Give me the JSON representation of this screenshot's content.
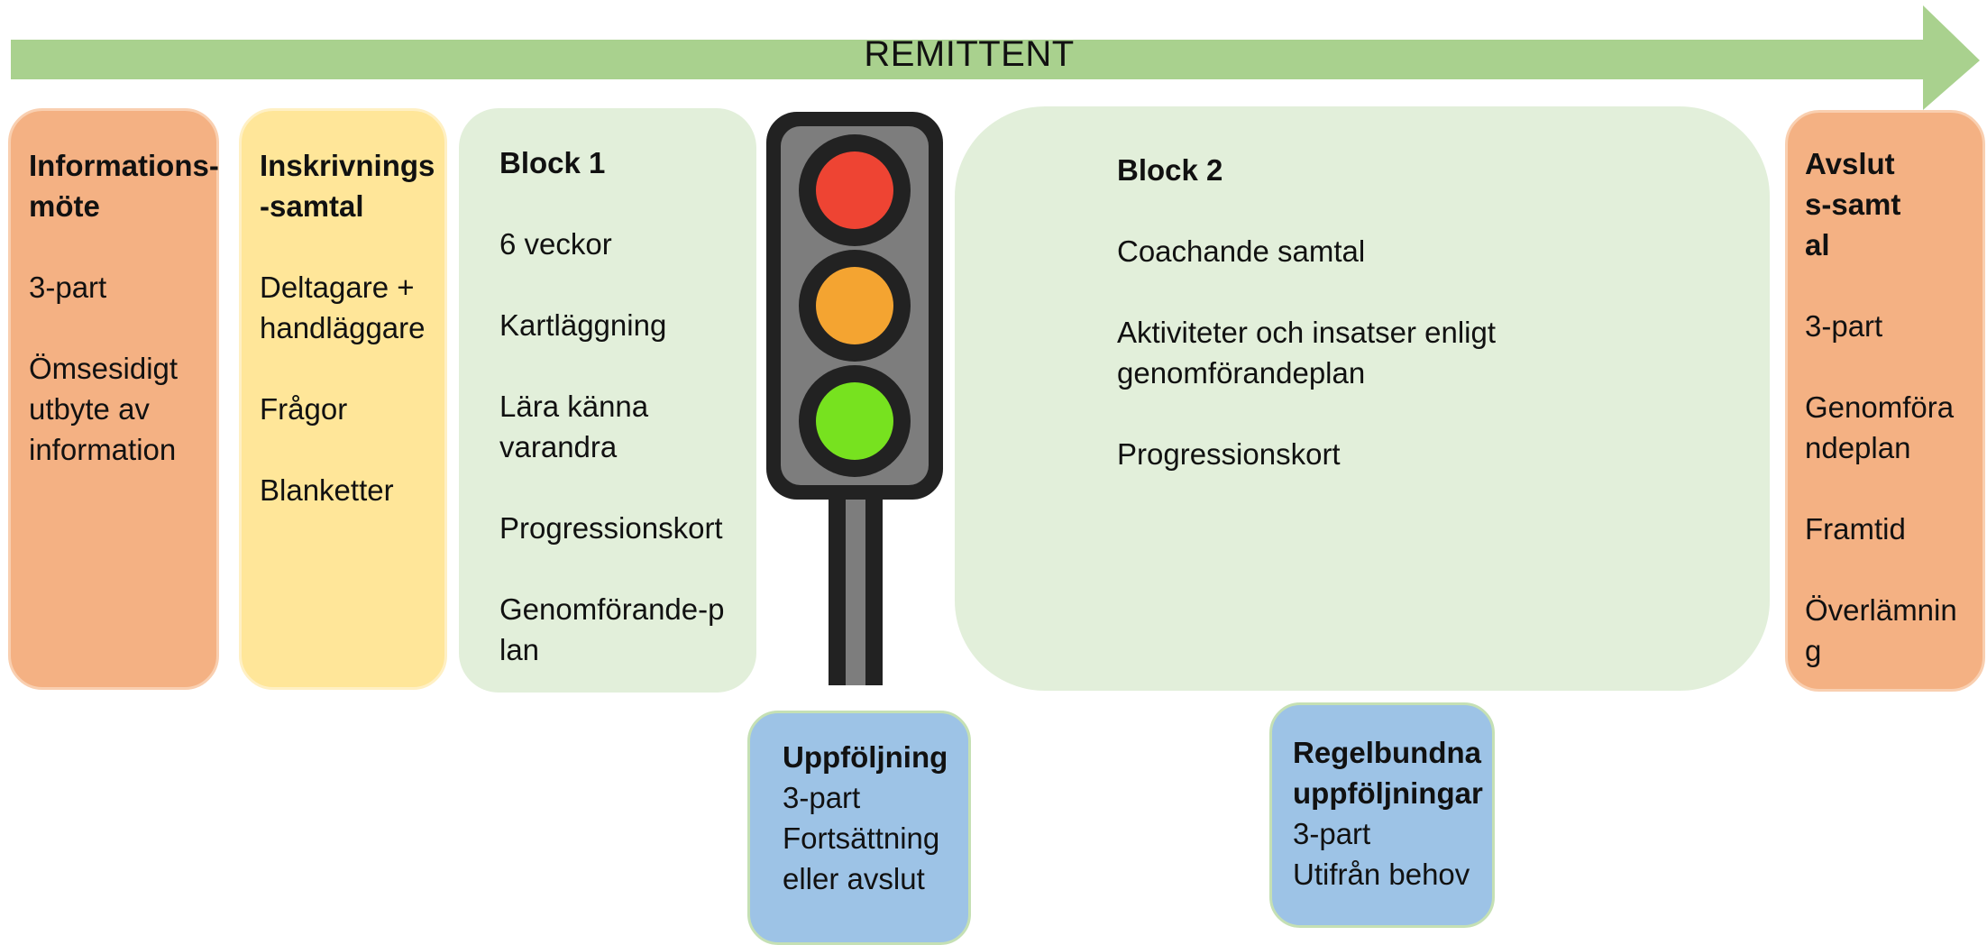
{
  "header": {
    "arrow_label": "REMITTENT"
  },
  "colors": {
    "arrow": "#a9d18e",
    "info_card": "#f4b183",
    "intake_card": "#ffe699",
    "block_card": "#e2efda",
    "followup_card": "#9dc3e6",
    "light_red": "#ee4433",
    "light_amber": "#f4a431",
    "light_green": "#77e21f"
  },
  "cards": {
    "info": {
      "title": "Informations-möte",
      "items": [
        "3-part",
        "Ömsesidigt utbyte av information"
      ]
    },
    "intake": {
      "title": "Inskrivnings-samtal",
      "items": [
        "Deltagare + handläggare",
        "Frågor",
        "Blanketter"
      ]
    },
    "block1": {
      "title": "Block 1",
      "items": [
        "6 veckor",
        "Kartläggning",
        "Lära känna varandra",
        "Progressionskort",
        "Genomförande-plan"
      ]
    },
    "block2": {
      "title": "Block 2",
      "items": [
        "Coachande samtal",
        "Aktiviteter och insatser enligt genomförandeplan",
        "Progressionskort"
      ]
    },
    "exit": {
      "title": "Avsluts-samtal",
      "items": [
        "3-part",
        "Genomförandeplan",
        "Framtid",
        "Överlämning"
      ]
    }
  },
  "followups": {
    "first": {
      "title": "Uppföljning",
      "lines": [
        "3-part",
        "Fortsättning eller avslut"
      ]
    },
    "regular": {
      "title": "Regelbundna uppföljningar",
      "lines": [
        "3-part",
        "Utifrån behov"
      ]
    }
  },
  "traffic_light": {
    "lamps": [
      "red",
      "amber",
      "green"
    ]
  }
}
